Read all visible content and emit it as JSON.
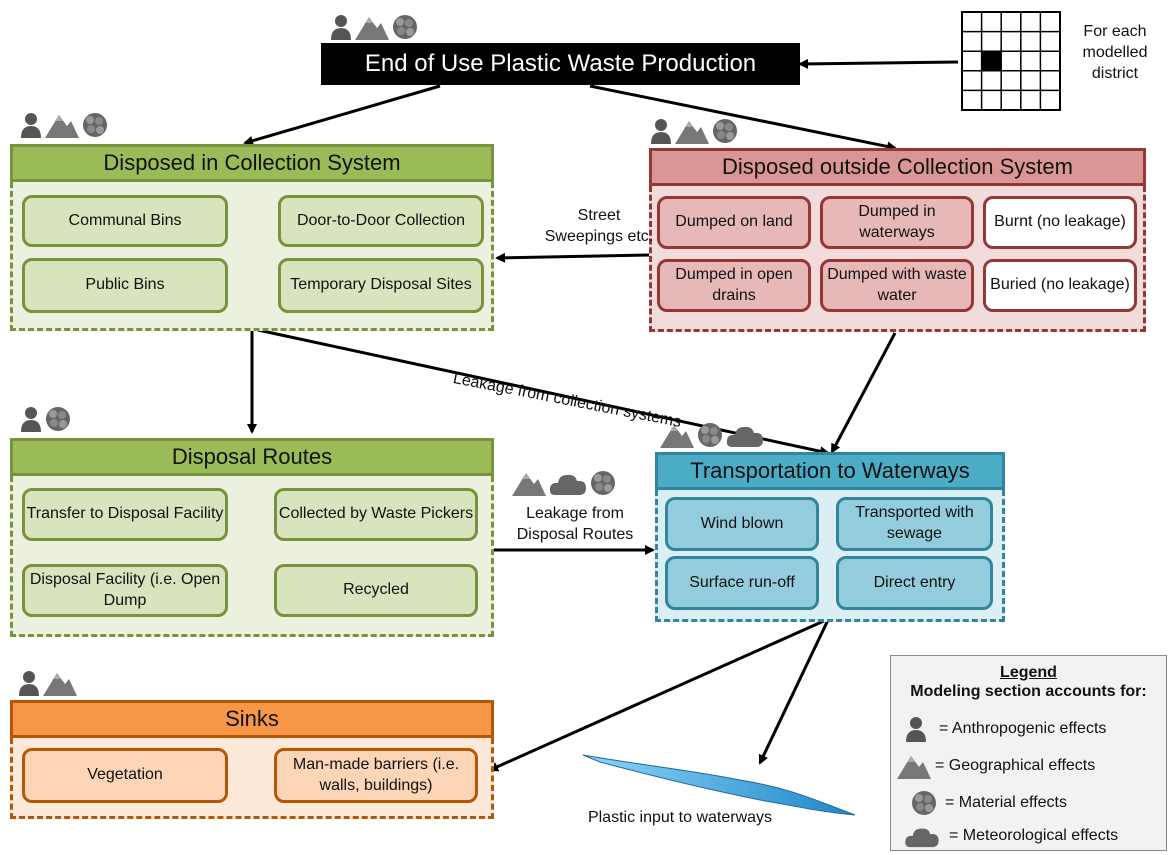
{
  "title": "End of Use Plastic Waste Production",
  "grid_label": "For each modelled district",
  "sections": {
    "collection": {
      "title": "Disposed in Collection System",
      "items": [
        "Communal Bins",
        "Door-to-Door Collection",
        "Public Bins",
        "Temporary Disposal Sites"
      ]
    },
    "outside": {
      "title": "Disposed outside Collection System",
      "items": [
        "Dumped on land",
        "Dumped in waterways",
        "Burnt (no leakage)",
        "Dumped in open drains",
        "Dumped with waste water",
        "Buried (no leakage)"
      ]
    },
    "routes": {
      "title": "Disposal Routes",
      "items": [
        "Transfer to Disposal Facility",
        "Collected by Waste Pickers",
        "Disposal Facility (i.e. Open Dump",
        "Recycled"
      ]
    },
    "transport": {
      "title": "Transportation to Waterways",
      "items": [
        "Wind blown",
        "Transported with sewage",
        "Surface run-off",
        "Direct entry"
      ]
    },
    "sinks": {
      "title": "Sinks",
      "items": [
        "Vegetation",
        "Man-made barriers (i.e. walls, buildings)"
      ]
    }
  },
  "edge_labels": {
    "street": "Street Sweepings etc.",
    "leak_collection": "Leakage from collection systems",
    "leak_routes": "Leakage from Disposal Routes",
    "plastic_input": "Plastic input to waterways"
  },
  "legend": {
    "title": "Legend",
    "subtitle": "Modeling section accounts for:",
    "items": [
      "= Anthropogenic effects",
      "= Geographical effects",
      "= Material effects",
      "= Meteorological effects"
    ]
  },
  "icon_names": [
    "person-icon",
    "mountain-icon",
    "material-icon",
    "cloud-icon"
  ],
  "colors": {
    "green": "#9bbb59",
    "red": "#d99694",
    "blue": "#4bacc6",
    "orange": "#f79646"
  }
}
